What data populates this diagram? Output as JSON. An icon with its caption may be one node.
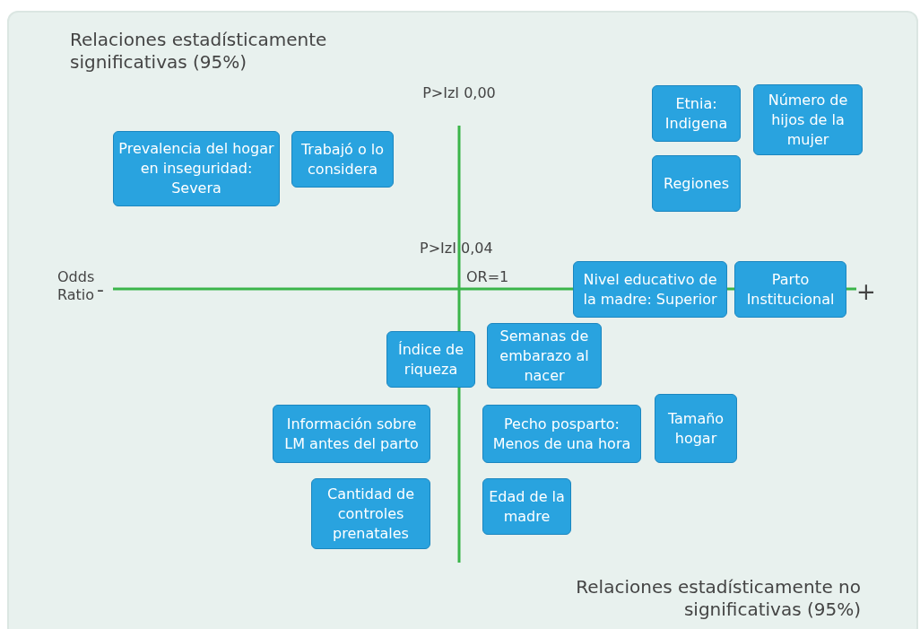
{
  "diagram": {
    "nodes": [
      {
        "text": [
          "Prevalencia del hogar en inseguridad: Severa"
        ]
      },
      {
        "text": [
          "Trabajó o lo considera"
        ]
      },
      {
        "text": [
          "Etnia: Indigena"
        ]
      },
      {
        "text": [
          "Número de hijos de la mujer"
        ]
      },
      {
        "text": [
          "Regiones"
        ]
      },
      {
        "text": [
          "Nivel educativo de la madre: Superior"
        ]
      },
      {
        "text": [
          "Parto Institucional"
        ]
      },
      {
        "text": [
          "Índice de riqueza"
        ]
      },
      {
        "text": [
          "Semanas de embarazo al nacer"
        ]
      },
      {
        "text": [
          "Información sobre LM antes del parto"
        ]
      },
      {
        "text": [
          "Pecho posparto: Menos de una hora"
        ]
      },
      {
        "text": [
          "Tamaño hogar"
        ]
      },
      {
        "text": [
          "Cantidad de controles prenatales"
        ]
      },
      {
        "text": [
          "Edad de la madre"
        ]
      }
    ],
    "edges": [],
    "labels": [
      "Relaciones estadísticamente significativas (95%)",
      "P>IzI 0,00",
      "P>IzI 0,04",
      "Odds Ratio",
      "-",
      "OR=1",
      "+",
      "Relaciones estadísticamente no significativas (95%)"
    ]
  }
}
